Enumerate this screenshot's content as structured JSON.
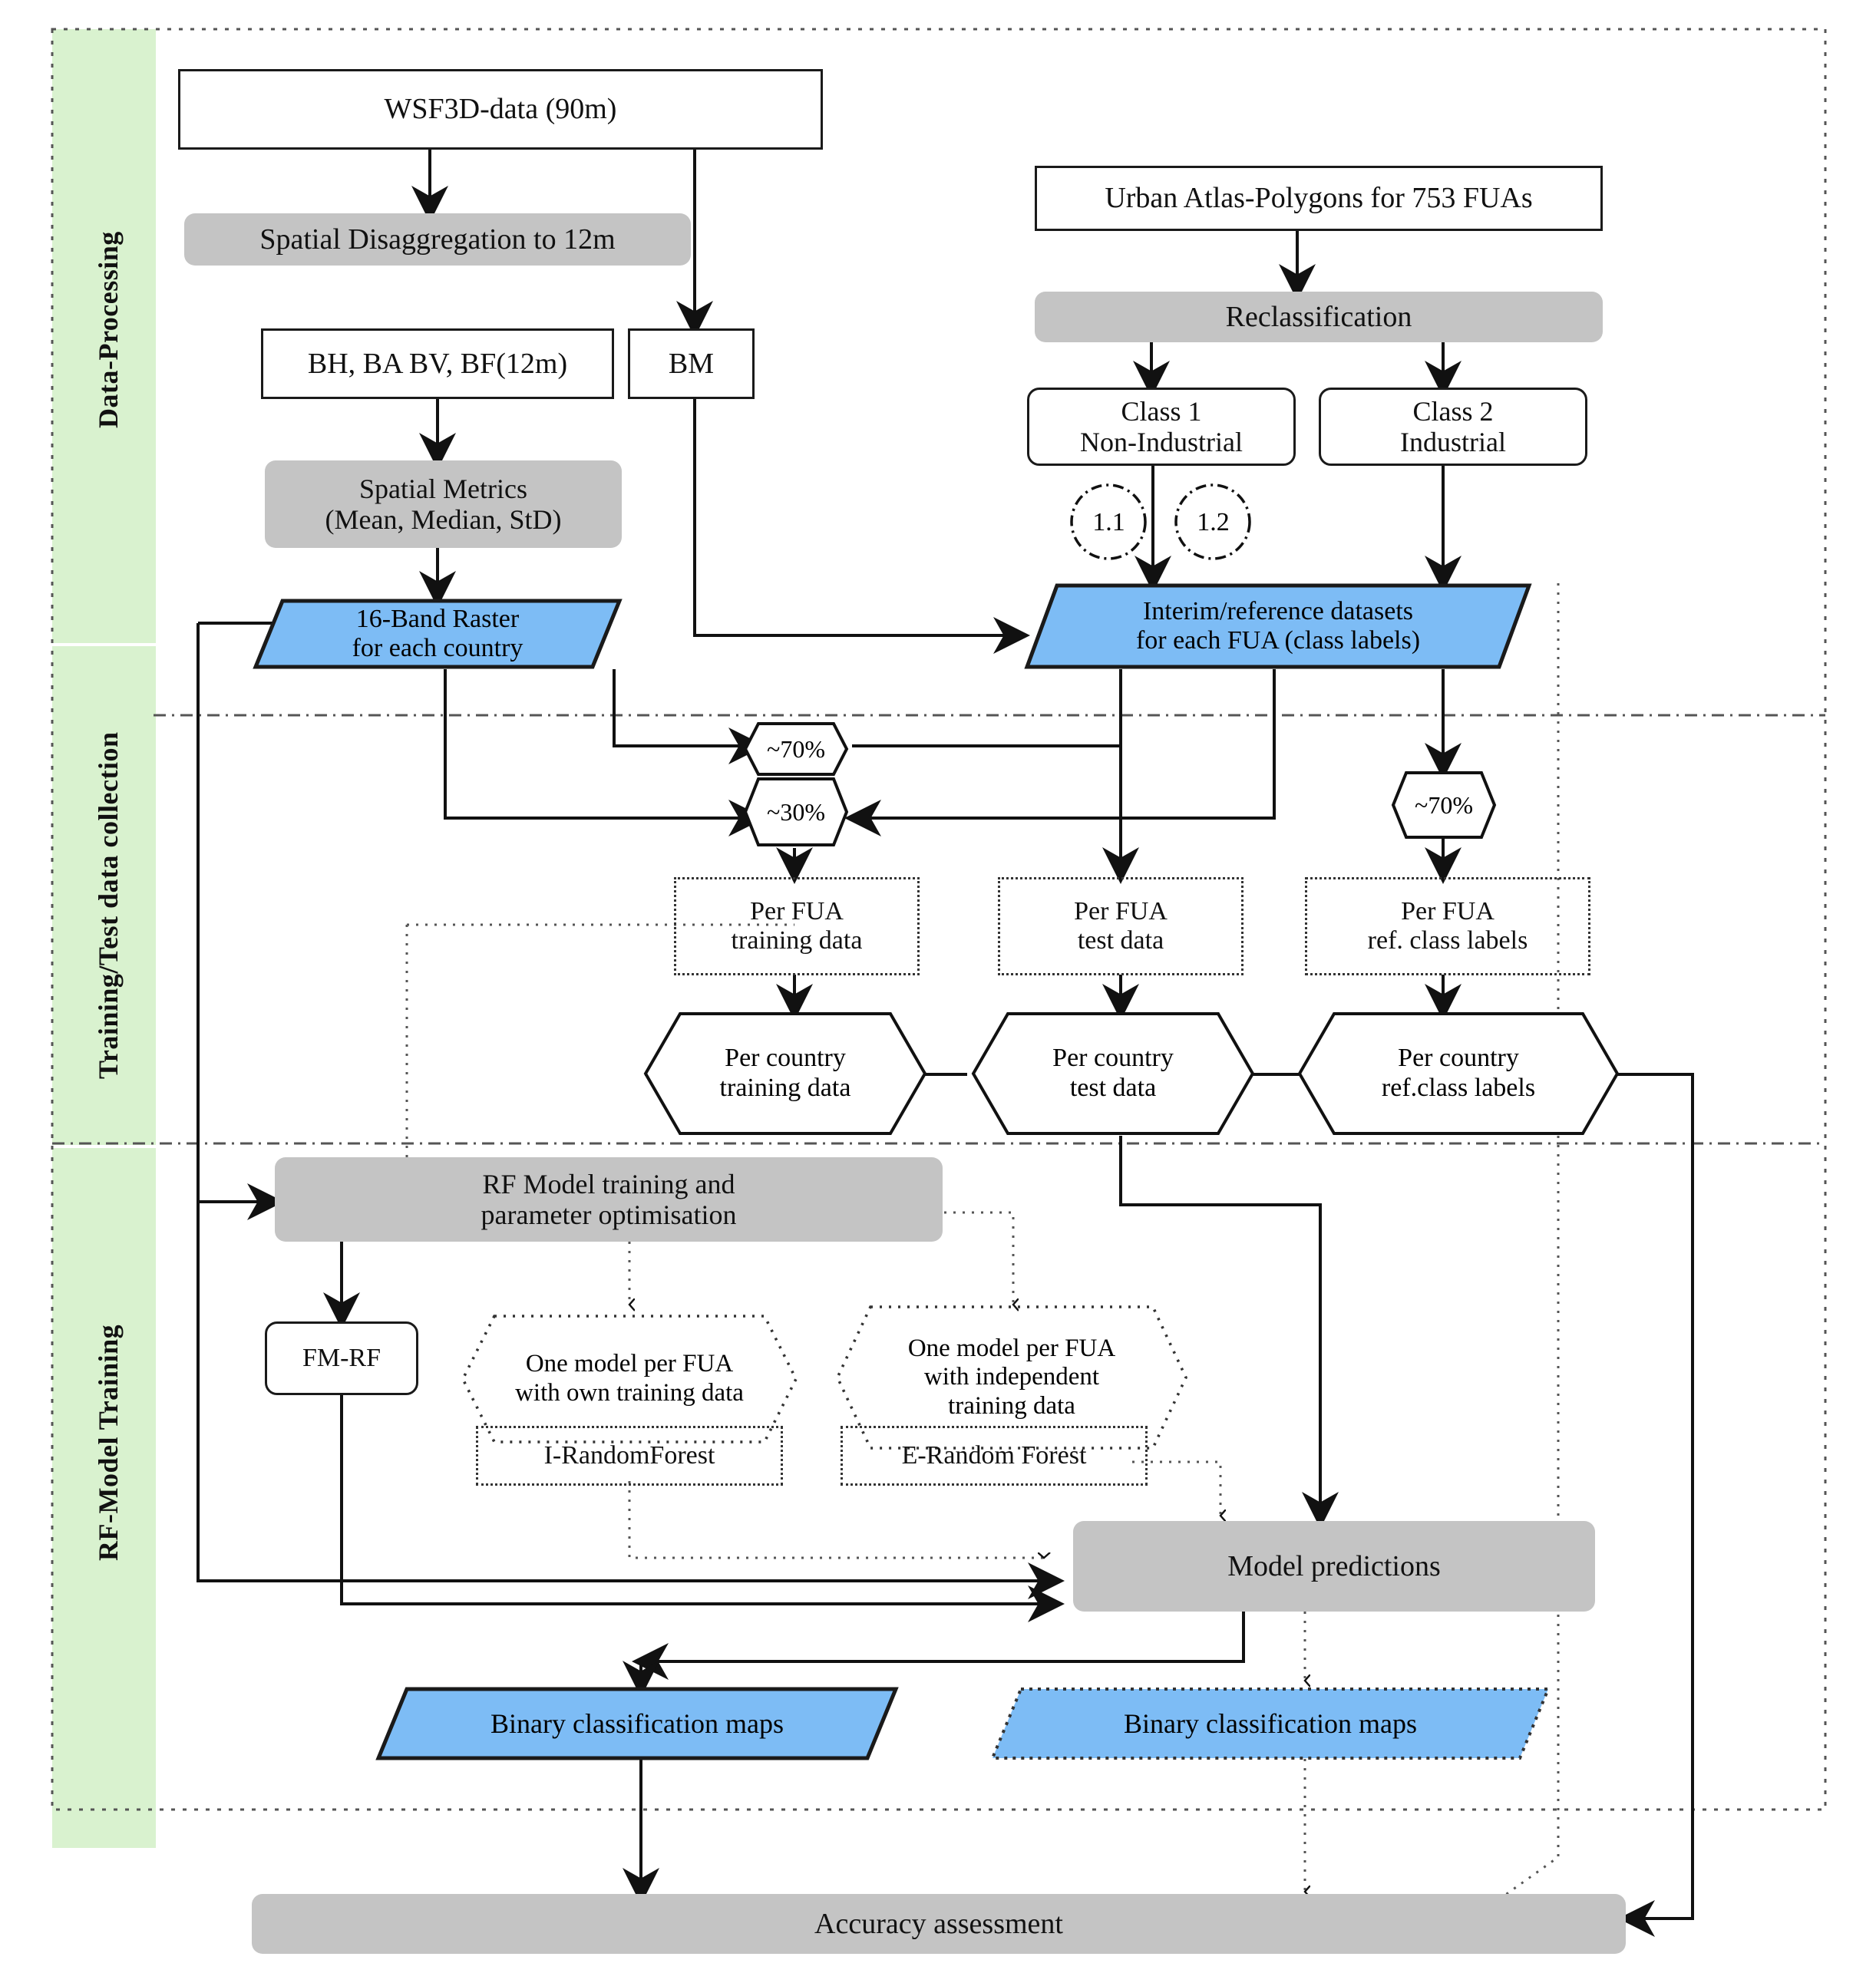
{
  "figure": {
    "type": "flowchart",
    "title": "Methodology workflow for industrial area classification using WSF3D and Urban Atlas data"
  },
  "lanes": [
    {
      "id": "lane-data-processing",
      "label": "Data-Processing"
    },
    {
      "id": "lane-training-test",
      "label": "Training/Test data collection"
    },
    {
      "id": "lane-rf-model",
      "label": "RF-Model Training"
    }
  ],
  "nodes": {
    "wsf3d": {
      "label": "WSF3D-data (90m)",
      "shape": "rect"
    },
    "disagg": {
      "label": "Spatial Disaggregation to 12m",
      "shape": "process"
    },
    "bands": {
      "label": "BH, BA BV, BF(12m)",
      "shape": "rect"
    },
    "bm": {
      "label": "BM",
      "shape": "rect"
    },
    "metrics_l1": {
      "label": "Spatial Metrics",
      "shape": "process"
    },
    "metrics_l2": {
      "label": "(Mean, Median, StD)",
      "shape": "process"
    },
    "raster_l1": {
      "label": "16-Band Raster",
      "shape": "parallelogram"
    },
    "raster_l2": {
      "label": "for each country",
      "shape": "parallelogram"
    },
    "urban_atlas": {
      "label": "Urban Atlas-Polygons for 753 FUAs",
      "shape": "rect"
    },
    "reclass": {
      "label": "Reclassification",
      "shape": "process"
    },
    "class1_l1": {
      "label": "Class 1",
      "shape": "rounded"
    },
    "class1_l2": {
      "label": "Non-Industrial",
      "shape": "rounded"
    },
    "class2_l1": {
      "label": "Class 2",
      "shape": "rounded"
    },
    "class2_l2": {
      "label": "Industrial",
      "shape": "rounded"
    },
    "bubble_11": {
      "label": "1.1",
      "shape": "dash-dot-circle"
    },
    "bubble_12": {
      "label": "1.2",
      "shape": "dash-dot-circle"
    },
    "interim_l1": {
      "label": "Interim/reference datasets",
      "shape": "parallelogram"
    },
    "interim_l2": {
      "label": "for each FUA (class labels)",
      "shape": "parallelogram"
    },
    "split70": {
      "label": "~70%",
      "shape": "hexagon"
    },
    "split30": {
      "label": "~30%",
      "shape": "hexagon"
    },
    "split70b": {
      "label": "~70%",
      "shape": "hexagon"
    },
    "fua_train_l1": {
      "label": "Per FUA",
      "shape": "dotted-rect"
    },
    "fua_train_l2": {
      "label": "training data",
      "shape": "dotted-rect"
    },
    "fua_test_l1": {
      "label": "Per FUA",
      "shape": "dotted-rect"
    },
    "fua_test_l2": {
      "label": "test data",
      "shape": "dotted-rect"
    },
    "fua_ref_l1": {
      "label": "Per FUA",
      "shape": "dotted-rect"
    },
    "fua_ref_l2": {
      "label": "ref. class labels",
      "shape": "dotted-rect"
    },
    "country_train_l1": {
      "label": "Per country",
      "shape": "hexagon"
    },
    "country_train_l2": {
      "label": "training data",
      "shape": "hexagon"
    },
    "country_test_l1": {
      "label": "Per country",
      "shape": "hexagon"
    },
    "country_test_l2": {
      "label": "test data",
      "shape": "hexagon"
    },
    "country_ref_l1": {
      "label": "Per country",
      "shape": "hexagon"
    },
    "country_ref_l2": {
      "label": "ref.class labels",
      "shape": "hexagon"
    },
    "rf_train_l1": {
      "label": "RF Model training and",
      "shape": "process"
    },
    "rf_train_l2": {
      "label": "parameter optimisation",
      "shape": "process"
    },
    "fmrf": {
      "label": "FM-RF",
      "shape": "rounded"
    },
    "irf_l1": {
      "label": "One model per FUA",
      "shape": "dotted-hexagon"
    },
    "irf_l2": {
      "label": "with own training data",
      "shape": "dotted-hexagon"
    },
    "irf_name": {
      "label": "I-RandomForest",
      "shape": "dotted-rect"
    },
    "erf_l1": {
      "label": "One model per FUA",
      "shape": "dotted-hexagon"
    },
    "erf_l2": {
      "label": "with independent",
      "shape": "dotted-hexagon"
    },
    "erf_l3": {
      "label": "training data",
      "shape": "dotted-hexagon"
    },
    "erf_name": {
      "label": "E-Random Forest",
      "shape": "dotted-rect"
    },
    "model_pred": {
      "label": "Model predictions",
      "shape": "process"
    },
    "binmap_left": {
      "label": "Binary classification maps",
      "shape": "parallelogram"
    },
    "binmap_right": {
      "label": "Binary classification maps",
      "shape": "parallelogram-dotted"
    },
    "accuracy": {
      "label": "Accuracy assessment",
      "shape": "process"
    }
  },
  "colors": {
    "lane_fill": "#d9f2cf",
    "process_gray": "#c4c4c4",
    "data_blue": "#7dbcf5",
    "stroke": "#1a1a1a",
    "page_bg": "#ffffff"
  }
}
